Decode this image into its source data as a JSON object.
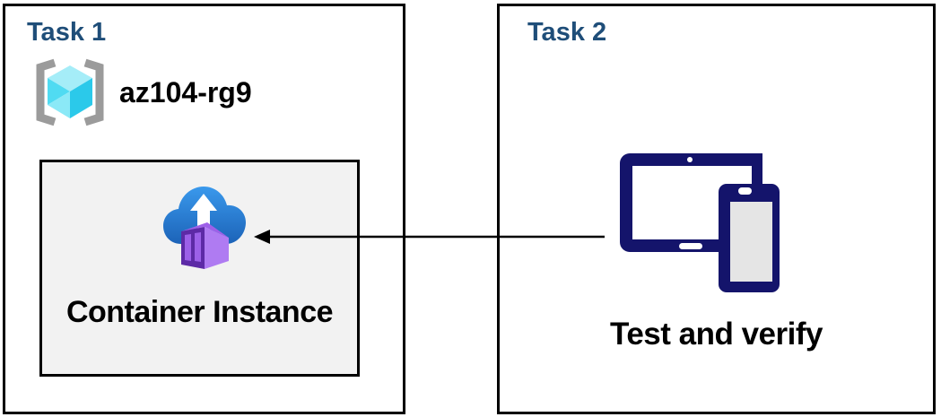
{
  "diagram": {
    "task1": {
      "title": "Task 1",
      "resource_group_name": "az104-rg9",
      "container_label": "Container Instance"
    },
    "task2": {
      "title": "Task 2",
      "devices_label": "Test and verify"
    },
    "connector": {
      "type": "arrow",
      "direction": "right-to-left",
      "from": "devices-icon",
      "to": "container-instance-panel"
    },
    "icons": {
      "resource_group": "brackets-cube-resource-group-icon",
      "container_instance": "cloud-upload-container-icon",
      "devices": "tablet-and-phone-icon"
    },
    "colors": {
      "title_blue": "#1F4E79",
      "box_border": "#000000",
      "panel_fill": "#F2F2F2",
      "device_navy": "#14146B",
      "phone_screen_gray": "#E5E5E5",
      "cloud_blue_top": "#3A99EC",
      "cloud_blue_bottom": "#1C63B8",
      "container_front_purple": "#5D2AA6",
      "container_door_purple": "#9C60E8",
      "container_top_purple": "#9E60E8",
      "container_right_purple": "#AF7BF2",
      "cube_top_cyan": "#A5EDF8",
      "cube_left_cyan": "#50DBF2",
      "cube_left_light_cyan": "#8BE9F7",
      "cube_right_cyan": "#2BC9EA",
      "bracket_gray": "#9B9B9B"
    }
  }
}
